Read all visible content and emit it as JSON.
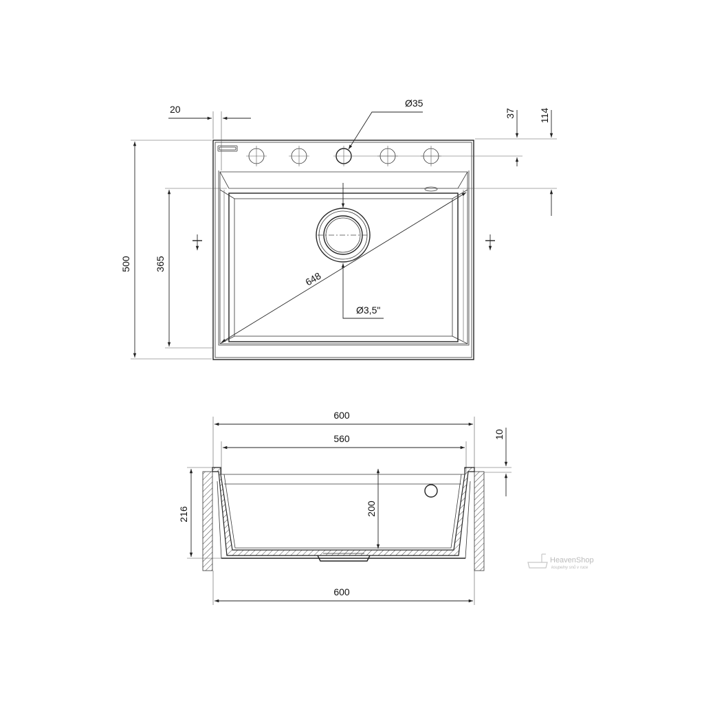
{
  "top_view": {
    "dim_margin": "20",
    "dim_tap_hole": "Ø35",
    "dim_tap_offset": "37",
    "dim_basin_offset": "114",
    "dim_total_depth": "500",
    "dim_basin_depth": "365",
    "dim_diagonal": "648",
    "dim_drain": "Ø3,5\""
  },
  "section_view": {
    "dim_top_width": "600",
    "dim_basin_width": "560",
    "dim_rim": "10",
    "dim_height": "216",
    "dim_basin_height": "200",
    "dim_bottom_width": "600"
  },
  "watermark": {
    "brand": "HeavenShop",
    "tagline": "koupelny snů v ruce"
  }
}
